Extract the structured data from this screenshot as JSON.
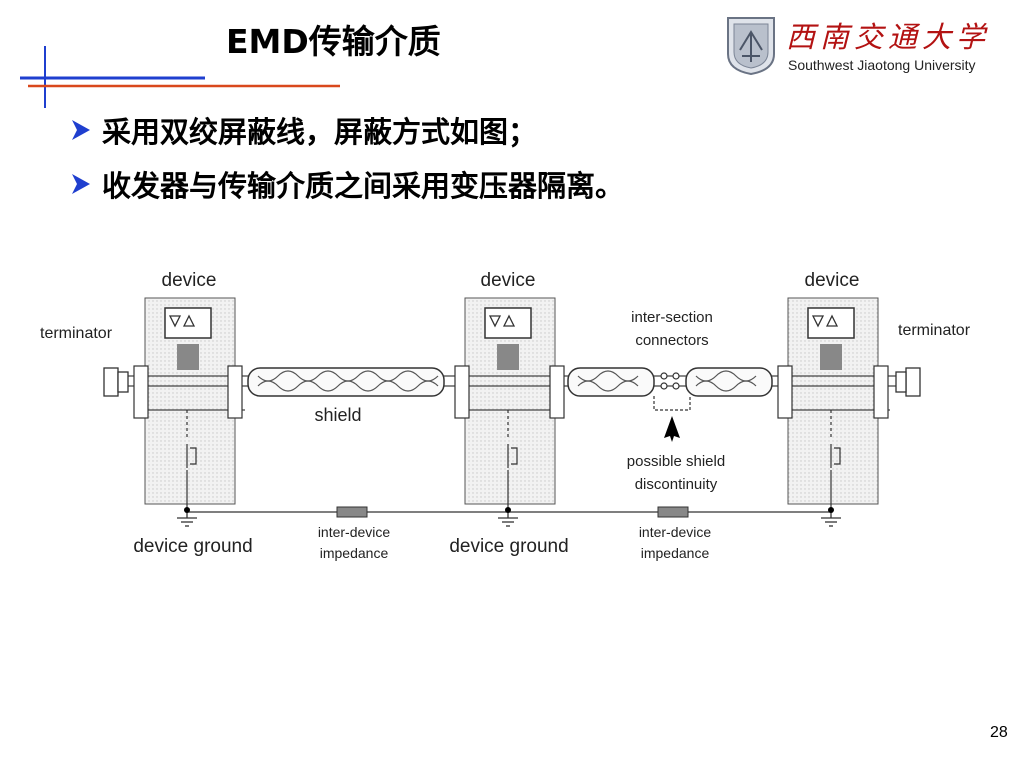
{
  "slide": {
    "title": "EMD传输介质",
    "page_number": "28"
  },
  "logo": {
    "name_cn": "西南交通大学",
    "name_en": "Southwest Jiaotong University"
  },
  "bullets": [
    {
      "text": "采用双绞屏蔽线，屏蔽方式如图；"
    },
    {
      "text": "收发器与传输介质之间采用变压器隔离。"
    }
  ],
  "diagram": {
    "device_labels": [
      "device",
      "device",
      "device"
    ],
    "terminator_left": "terminator",
    "terminator_right": "terminator",
    "shield_label": "shield",
    "connectors_label": [
      "inter-section",
      "connectors"
    ],
    "discontinuity_label": [
      "possible shield",
      "discontinuity"
    ],
    "ground_labels": [
      "device ground",
      "device ground"
    ],
    "impedance_labels": [
      [
        "inter-device",
        "impedance"
      ],
      [
        "inter-device",
        "impedance"
      ]
    ]
  },
  "colors": {
    "accent_blue": "#1f3fcf",
    "accent_red": "#d9481c",
    "logo_red": "#b31212"
  }
}
